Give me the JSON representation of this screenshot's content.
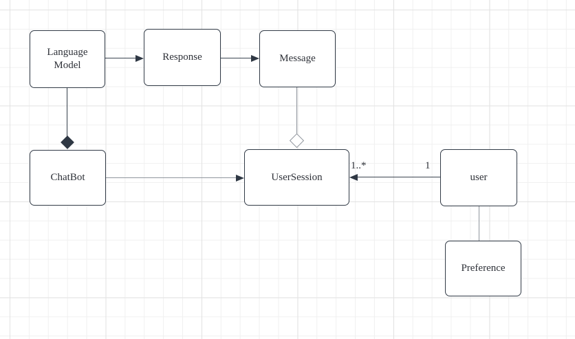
{
  "canvas": {
    "background": "#ffffff",
    "grid_minor_color": "#f0f0f0",
    "grid_major_color": "#e2e2e2"
  },
  "style": {
    "node_border_color": "#313a46",
    "node_fill_color": "#ffffff",
    "dark_line_color": "#3a4450",
    "gray_line_color": "#8f959d",
    "text_color": "#2e3138"
  },
  "diagram": {
    "nodes": [
      {
        "id": "language-model",
        "label": "Language Model"
      },
      {
        "id": "response",
        "label": "Response"
      },
      {
        "id": "message",
        "label": "Message"
      },
      {
        "id": "chatbot",
        "label": "ChatBot"
      },
      {
        "id": "user-session",
        "label": "UserSession"
      },
      {
        "id": "user",
        "label": "user"
      },
      {
        "id": "preference",
        "label": "Preference"
      }
    ],
    "edges": [
      {
        "from": "Language Model",
        "to": "Response",
        "type": "directed-arrow"
      },
      {
        "from": "Response",
        "to": "Message",
        "type": "directed-arrow"
      },
      {
        "from": "Language Model",
        "to": "ChatBot",
        "type": "composition-filled-diamond"
      },
      {
        "from": "Message",
        "to": "UserSession",
        "type": "aggregation-open-diamond"
      },
      {
        "from": "ChatBot",
        "to": "UserSession",
        "type": "directed-arrow"
      },
      {
        "from": "user",
        "to": "UserSession",
        "type": "directed-arrow",
        "source_multiplicity": "1",
        "target_multiplicity": "1..*"
      },
      {
        "from": "user",
        "to": "Preference",
        "type": "line"
      }
    ]
  }
}
